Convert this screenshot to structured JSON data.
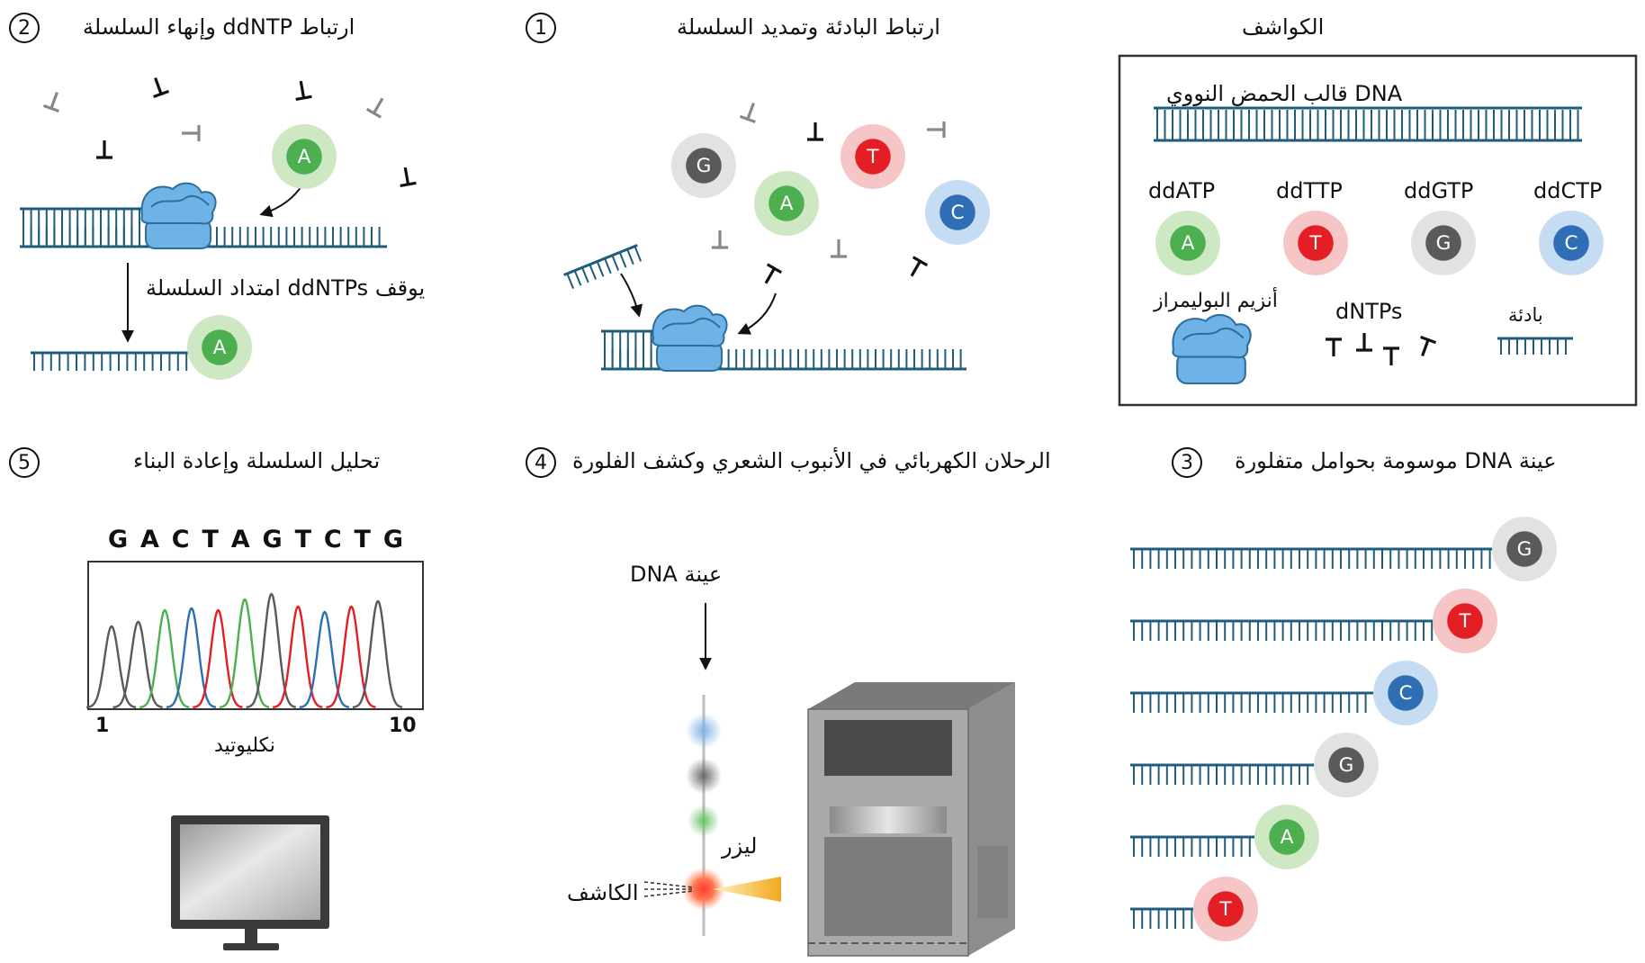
{
  "steps": {
    "s1": {
      "num": "1",
      "title": "ارتباط البادئة وتمديد السلسلة"
    },
    "s2": {
      "num": "2",
      "title": "ارتباط ddNTP وإنهاء السلسلة"
    },
    "s3": {
      "num": "3",
      "title": "عينة DNA موسومة بحوامل متفلورة"
    },
    "s4": {
      "num": "4",
      "title": "الرحلان الكهربائي في الأنبوب الشعري وكشف الفلورة"
    },
    "s5": {
      "num": "5",
      "title": "تحليل السلسلة وإعادة البناء"
    }
  },
  "reagents": {
    "title": "الكواشف",
    "template_label": "قالب الحمض النووي DNA",
    "dd": [
      {
        "label": "ddATP",
        "base": "A"
      },
      {
        "label": "ddTTP",
        "base": "T"
      },
      {
        "label": "ddGTP",
        "base": "G"
      },
      {
        "label": "ddCTP",
        "base": "C"
      }
    ],
    "polymerase_label": "أنزيم البوليمراز",
    "dntps_label": "dNTPs",
    "primer_label": "بادئة"
  },
  "step1": {
    "bases": [
      "G",
      "T",
      "A",
      "C"
    ]
  },
  "step2": {
    "base_free": "A",
    "stop_text": "يوقف ddNTPs امتداد السلسلة",
    "base_end": "A"
  },
  "step3": {
    "bases": [
      "G",
      "T",
      "C",
      "G",
      "A",
      "T"
    ]
  },
  "step4": {
    "sample_label": "عينة DNA",
    "laser_label": "ليزر",
    "detector_label": "الكاشف"
  },
  "step5": {
    "sequence": [
      "G",
      "A",
      "C",
      "T",
      "A",
      "G",
      "T",
      "C",
      "T",
      "G"
    ],
    "x_start": "1",
    "x_end": "10",
    "x_label": "نكليوتيد"
  },
  "colors": {
    "A": "#4caf50",
    "T": "#e31e24",
    "G": "#5a5a5a",
    "C": "#2f6db5",
    "A_halo": "#cfe8c4",
    "T_halo": "#f6c6c6",
    "G_halo": "#e2e2e2",
    "C_halo": "#c6dcf2",
    "dna": "#1f5c7a",
    "polymerase": "#6fb3e6",
    "polymerase_dark": "#2c6e9e"
  }
}
